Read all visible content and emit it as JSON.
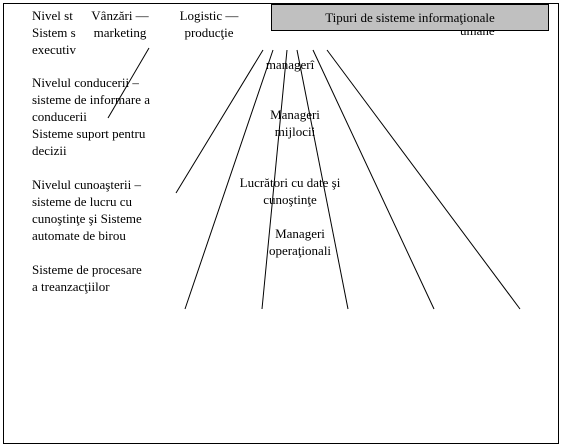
{
  "title": "Tipuri de sisteme informaţionale",
  "left_labels": [
    {
      "line1": "Nivel st",
      "line2": "Sistem s",
      "line3": "executiv"
    },
    {
      "line1": "Nivelul conducerii –",
      "line2": "sisteme de informare a",
      "line3": "conducerii"
    },
    {
      "line1": "Sisteme suport pentru",
      "line2": "decizii"
    },
    {
      "line1": "Nivelul cunoaşterii –",
      "line2": "sisteme de lucru cu",
      "line3": "cunoştinţe şi Sisteme",
      "line4": "automate de birou"
    },
    {
      "line1": "Sisteme de procesare",
      "line2": "a treanzacţiilor"
    }
  ],
  "top_labels": [
    {
      "line1": "Vânzări —",
      "line2": "marketing"
    },
    {
      "line1": "Logistic —",
      "line2": "producţie"
    }
  ],
  "partial_label": "umane",
  "pyramid_labels": [
    {
      "line1": "managerî"
    },
    {
      "line1": "Manageri",
      "line2": "mijlocii"
    },
    {
      "line1": "Lucrători cu date şi",
      "line2": "cunoştinţe"
    },
    {
      "line1": "Manageri",
      "line2": "operaţionali"
    }
  ]
}
